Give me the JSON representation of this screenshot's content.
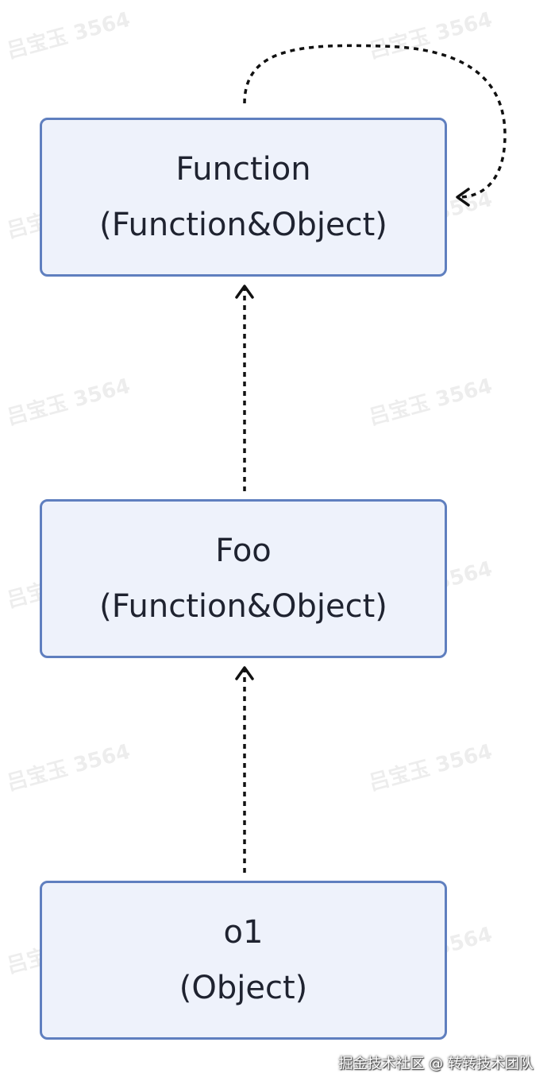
{
  "nodes": {
    "function": {
      "line1": "Function",
      "line2": "(Function&Object)"
    },
    "foo": {
      "line1": "Foo",
      "line2": "(Function&Object)"
    },
    "o1": {
      "line1": "o1",
      "line2": "(Object)"
    }
  },
  "watermark": "吕宝玉 3564",
  "footer": "掘金技术社区 @ 转转技术团队",
  "colors": {
    "node_fill": "#eef2fb",
    "node_border": "#5f7fbf",
    "text": "#1f2330",
    "arrow": "#111111"
  }
}
